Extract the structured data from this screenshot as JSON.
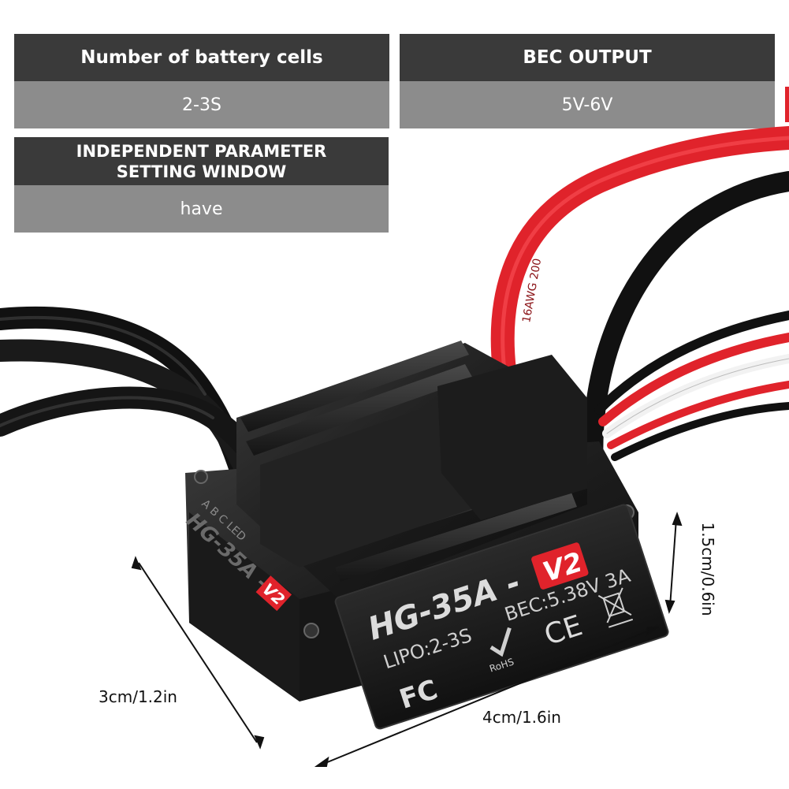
{
  "specs": {
    "battery": {
      "label": "Number of battery cells",
      "value": "2-3S"
    },
    "bec": {
      "label": "BEC OUTPUT",
      "value": "5V-6V"
    },
    "param_window": {
      "label_line1": "INDEPENDENT PARAMETER",
      "label_line2": "SETTING WINDOW",
      "value": "have"
    }
  },
  "dimensions": {
    "width": "3cm/1.2in",
    "length": "4cm/1.6in",
    "height": "1.5cm/0.6in"
  },
  "product_label": {
    "model": "HG-35A -",
    "version": "V2",
    "lipo": "LIPO:2-3S",
    "bec": "BEC:5.38V 3A",
    "rohs": "RoHS",
    "ce": "CE",
    "fc": "FC",
    "side_model": "HG-35A -",
    "side_version": "V2",
    "side_led": "A  B  C  LED",
    "wire_print": "16AWG 200"
  },
  "colors": {
    "header_bg": "#3a3a3a",
    "value_bg": "#8c8c8c",
    "accent_red": "#e0232b",
    "body_black": "#1e1e1e"
  }
}
